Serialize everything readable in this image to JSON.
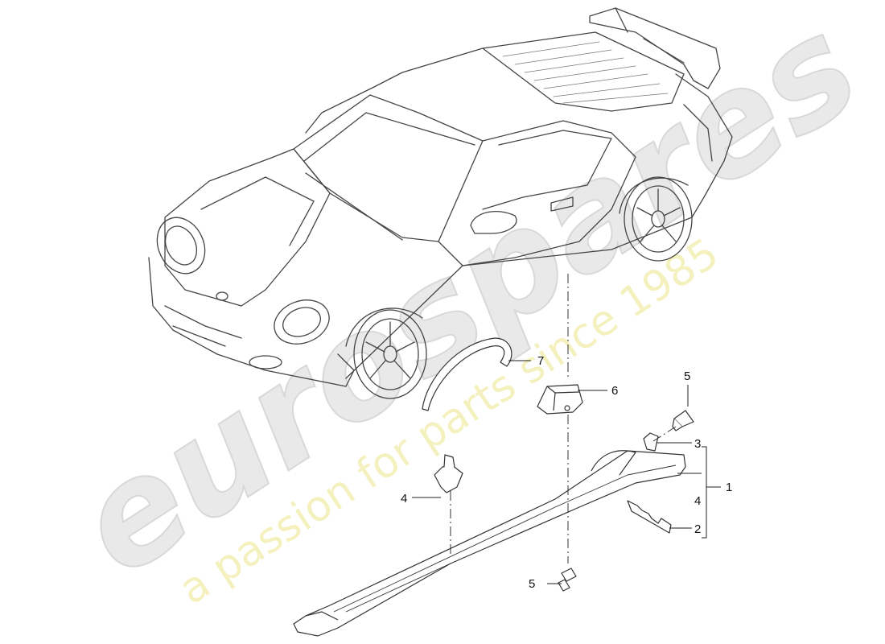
{
  "watermark": {
    "brand": "eurospares",
    "tagline": "a passion for parts since 1985",
    "brand_color": "#e6e6e6",
    "tagline_color": "#f3f0b6"
  },
  "callouts": {
    "c1": "1",
    "c2": "2",
    "c3": "3",
    "c4_bracket": "4",
    "c4_clip": "4",
    "c5_top": "5",
    "c5_bottom": "5",
    "c6": "6",
    "c7": "7"
  }
}
